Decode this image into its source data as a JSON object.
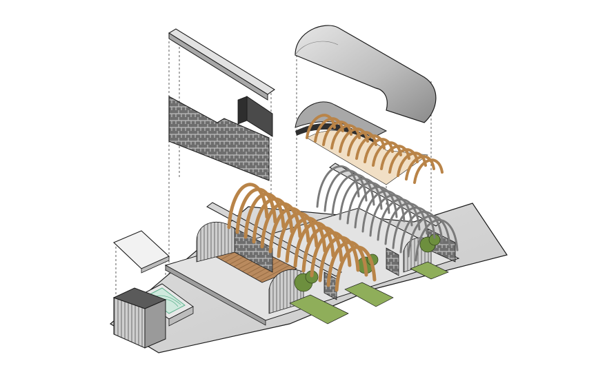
{
  "diagram": {
    "kind": "exploded-axonometric",
    "background": "#ffffff",
    "colors": {
      "ground": "#d2d2d2",
      "ground_dark": "#bfbfbf",
      "wall_stone": "#6e6e6e",
      "wall_dark": "#3c3c3c",
      "timber": "#e0b27a",
      "timber_dark": "#b98448",
      "wood_floor": "#b98a5e",
      "roof_shell": "#c9c9c9",
      "roof_dark": "#8d8d8d",
      "garden": "#8fae5a",
      "tree": "#6d8f3e",
      "pool_water": "#cfe9dd",
      "pool_line": "#5fb38f",
      "line": "#1a1a1a"
    },
    "components": [
      {
        "id": "top-cap-beam",
        "icon": "beam-icon"
      },
      {
        "id": "stone-wall-panel",
        "icon": "wall-icon"
      },
      {
        "id": "vault-roof-shell",
        "icon": "vault-icon"
      },
      {
        "id": "timber-rib-vault",
        "icon": "rib-icon"
      },
      {
        "id": "pavilion-roof-slab",
        "icon": "slab-icon"
      },
      {
        "id": "pavilion-pool",
        "icon": "pool-icon"
      },
      {
        "id": "vault-building-base",
        "icon": "building-icon"
      }
    ]
  }
}
